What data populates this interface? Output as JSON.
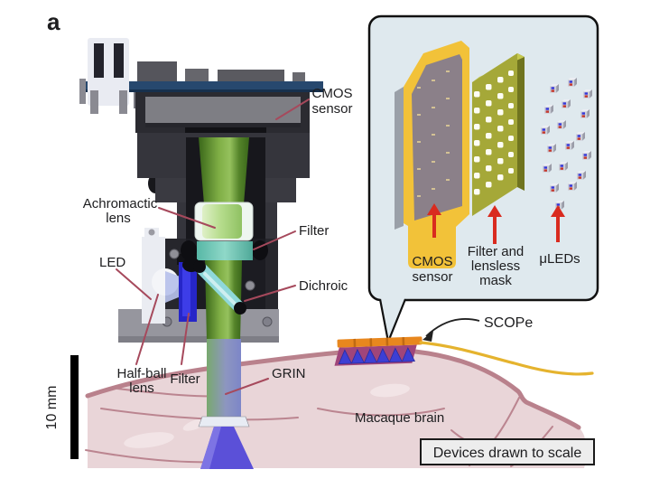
{
  "figure": {
    "panel_label": "a"
  },
  "colors": {
    "leader_line": "#a6495c",
    "arrow_red": "#d92b1f",
    "inset_bg": "#dfe9ee",
    "inset_border": "#111111",
    "pcb_blue": "#27486e",
    "cmos_flex_yellow": "#f2c239",
    "mask_olive": "#a5a838",
    "brain_pink": "#e9d5d8",
    "brain_outline": "#b9818c",
    "cable_yellow": "#e5b32e",
    "scope_orange": "#e8871e",
    "cone_violet": "#5b50d8"
  },
  "device_labels": {
    "cmos_sensor": [
      "CMOS",
      "sensor"
    ],
    "achromatic_lens": [
      "Achromactic",
      "lens"
    ],
    "filter_top": "Filter",
    "led": "LED",
    "dichroic": "Dichroic",
    "half_ball_lens": [
      "Half-ball",
      "lens"
    ],
    "filter_bottom": "Filter",
    "grin": "GRIN"
  },
  "inset": {
    "cmos_sensor": [
      "CMOS",
      "sensor"
    ],
    "filter_mask": [
      "Filter and",
      "lensless",
      "mask"
    ],
    "uleds": "μLEDs"
  },
  "annotations": {
    "scope": "SCOPe",
    "macaque_brain": "Macaque brain",
    "scale_bar": "10 mm",
    "note": "Devices drawn to scale"
  }
}
